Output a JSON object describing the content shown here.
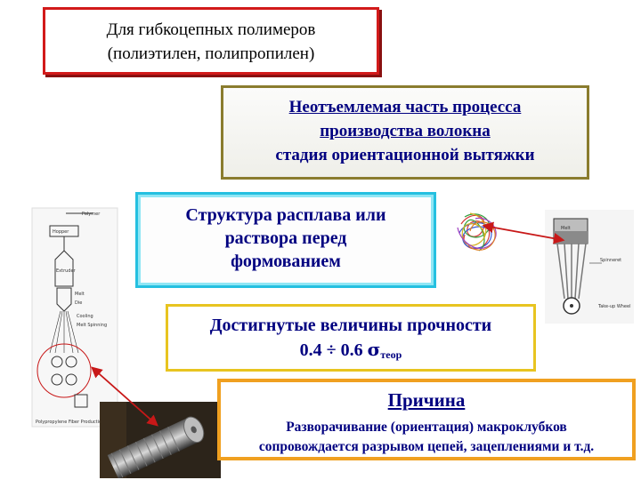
{
  "box1": {
    "line1": "Для гибкоцепных полимеров",
    "line2": "(полиэтилен, полипропилен)"
  },
  "box2": {
    "line1": "Неотъемлемая часть процесса",
    "line2": "производства волокна",
    "line3": "стадия ориентационной вытяжки"
  },
  "box3": {
    "line1": "Структура расплава или",
    "line2": "раствора перед",
    "line3": "формованием"
  },
  "box4": {
    "line1": "Достигнутые величины прочности",
    "value": "0.4 ÷ 0.6",
    "sigma": "σ",
    "sub": "теор"
  },
  "box5": {
    "title": "Причина",
    "line1": "Разворачивание (ориентация) макроклубков",
    "line2": "сопровождается разрывом цепей, зацеплениями и т.д."
  },
  "left_diagram": {
    "labels": [
      "Polymer",
      "Hopper",
      "Extruder",
      "Melt",
      "Die",
      "Cooling",
      "Melt Spinning",
      "Polypropylene Fiber Production"
    ]
  },
  "right_diagram": {
    "labels": [
      "Melt",
      "Spinneret",
      "Take-up Wheel"
    ]
  },
  "colors": {
    "arrow": "#c81818",
    "text_dark": "#000080"
  },
  "icons": [
    "polymer-coil-icon",
    "arrow-icon",
    "fiber-roll-photo"
  ]
}
